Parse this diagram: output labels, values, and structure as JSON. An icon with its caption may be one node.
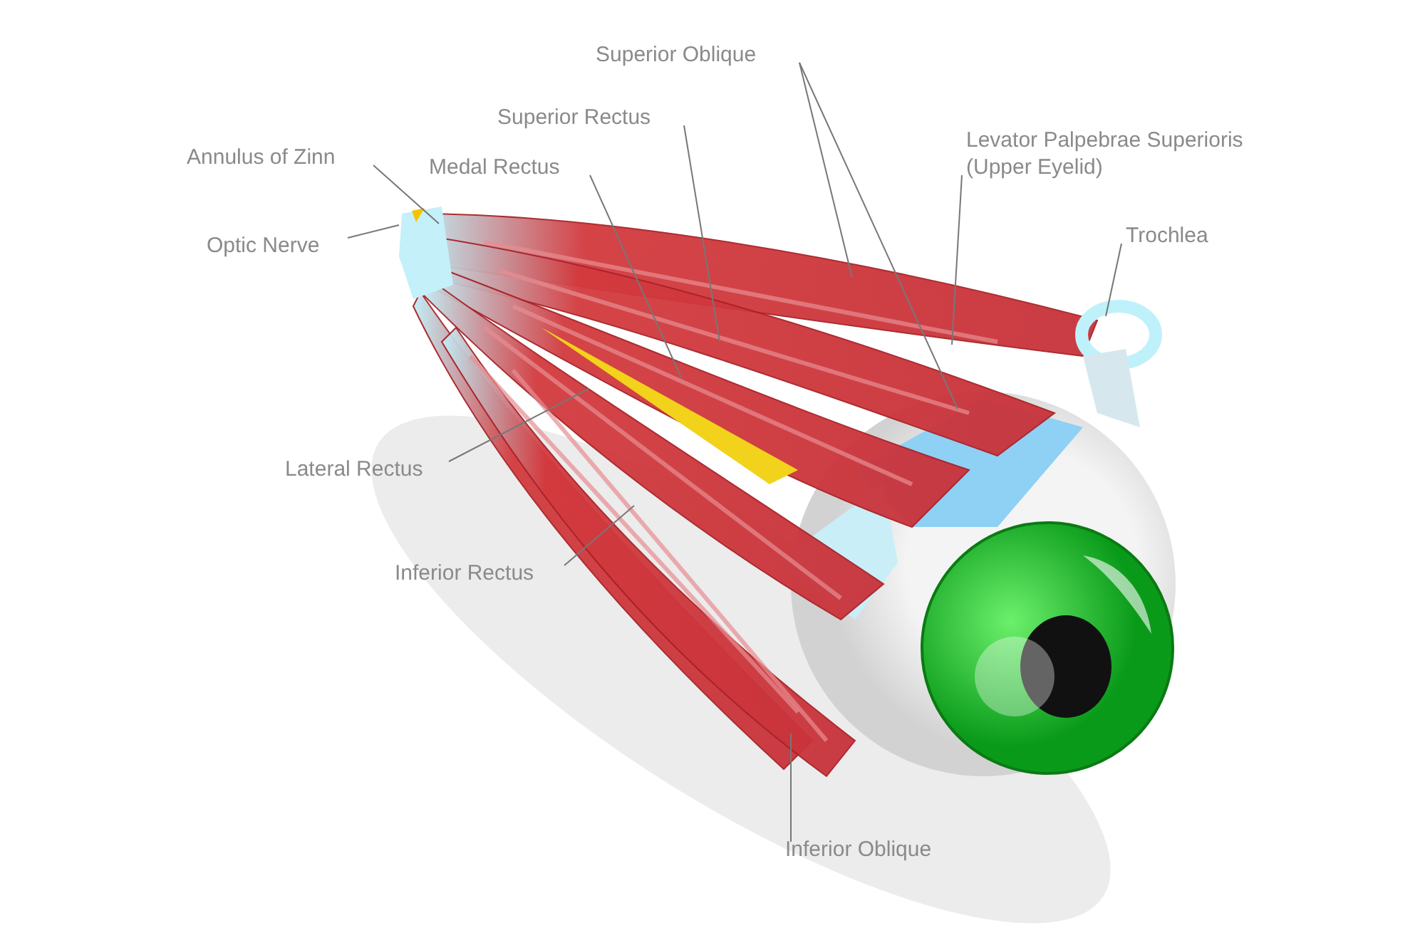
{
  "diagram": {
    "nodes": [
      {
        "text": [
          "Superior Oblique"
        ]
      },
      {
        "text": [
          "Superior Rectus"
        ]
      },
      {
        "text": [
          "Annulus of Zinn"
        ]
      },
      {
        "text": [
          "Medal Rectus"
        ]
      },
      {
        "text": [
          "Levator Palpebrae Superioris (Upper Eyelid)"
        ]
      },
      {
        "text": [
          "Trochlea"
        ]
      },
      {
        "text": [
          "Optic Nerve"
        ]
      },
      {
        "text": [
          "Lateral Rectus"
        ]
      },
      {
        "text": [
          "Inferior Rectus"
        ]
      },
      {
        "text": [
          "Inferior Oblique"
        ]
      }
    ],
    "edges": [
      {
        "from": 0,
        "to": null,
        "arrow": "none"
      },
      {
        "from": 0,
        "to": null,
        "arrow": "none"
      },
      {
        "from": 1,
        "to": null,
        "arrow": "none"
      },
      {
        "from": 2,
        "to": null,
        "arrow": "none"
      },
      {
        "from": 3,
        "to": null,
        "arrow": "none"
      },
      {
        "from": 4,
        "to": null,
        "arrow": "none"
      },
      {
        "from": 5,
        "to": null,
        "arrow": "none"
      },
      {
        "from": 6,
        "to": null,
        "arrow": "none"
      },
      {
        "from": 7,
        "to": null,
        "arrow": "none"
      },
      {
        "from": 8,
        "to": null,
        "arrow": "none"
      },
      {
        "from": 9,
        "to": null,
        "arrow": "none"
      }
    ]
  }
}
